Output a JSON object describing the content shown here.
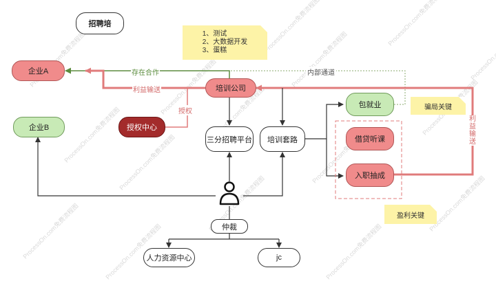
{
  "colors": {
    "red_fill": "#f08b8b",
    "red_line": "#e07b7b",
    "green_fill": "#c8eab6",
    "green_line": "#5b8c3e",
    "dark_red": "#a32b2b",
    "note_yellow": "#fdf3a7"
  },
  "nodes": {
    "title": "招聘培",
    "company_a": "企业A",
    "company_b": "企业B",
    "training_company": "培训公司",
    "auth_center": "授权中心",
    "recruit_platform": "三分招聘平台",
    "training_routine": "培训套路",
    "job_guarantee": "包就业",
    "loan_class": "借贷听课",
    "commission": "入职抽成",
    "arbitration": "仲裁",
    "hr_center": "人力资源中心",
    "jc": "jc"
  },
  "notes": {
    "items": [
      "1、测试",
      "2、大数据开发",
      "3、蛋糕"
    ],
    "scam_key": "骗局关键",
    "profit_key": "盈利关键"
  },
  "edge_labels": {
    "cooperation": "存在合作",
    "profit_transfer_a": "利益输送",
    "authorization": "授权",
    "internal_channel": "内部通道",
    "profit_transfer_b": "利益输送"
  },
  "icons": {
    "person": "person-icon"
  },
  "watermark": "ProcessOn.com免费流程图"
}
